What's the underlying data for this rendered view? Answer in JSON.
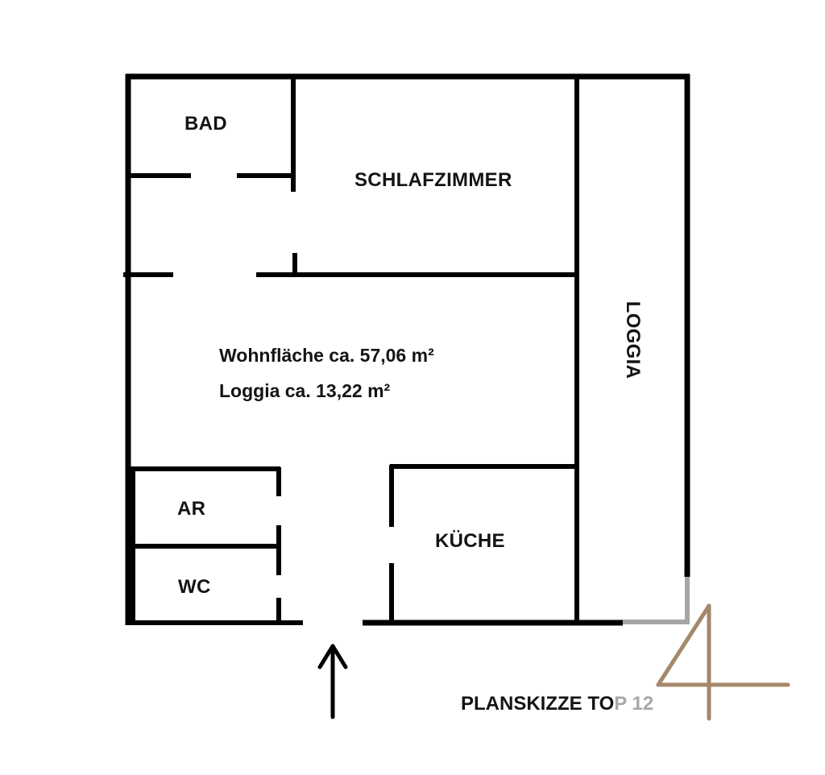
{
  "plan": {
    "title_dark": "PLANSKIZZE TO",
    "title_light": "P 12",
    "title_full": "PLANSKIZZE TOP 12",
    "rooms": {
      "bad": "BAD",
      "schlafzimmer": "SCHLAFZIMMER",
      "loggia": "LOGGIA",
      "ar": "AR",
      "wc": "WC",
      "kueche": "KÜCHE"
    },
    "areas": {
      "wohnflaeche": "Wohnfläche ca. 57,06 m²",
      "loggia": "Loggia ca. 13,22 m²"
    },
    "entrance_icon": "arrow-up-icon",
    "logo_icon": "number-four-logo-icon"
  },
  "colors": {
    "wall": "#000000",
    "wall_faded": "#a6a6a6",
    "logo": "#a5876a",
    "background": "#ffffff"
  }
}
